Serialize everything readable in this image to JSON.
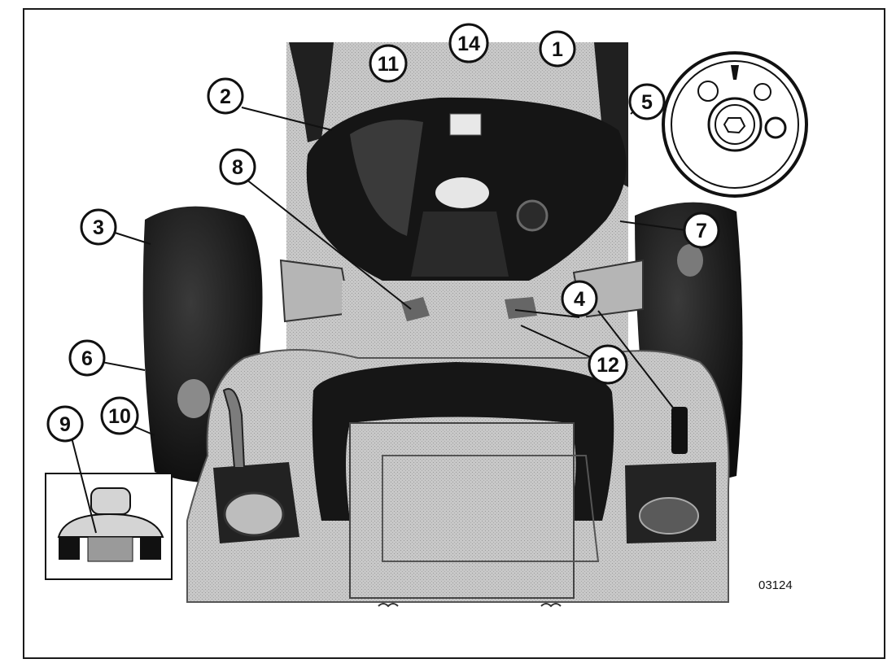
{
  "figure": {
    "code": "03124",
    "callouts": [
      "1",
      "2",
      "3",
      "4",
      "5",
      "6",
      "7",
      "8",
      "9",
      "10",
      "11",
      "12",
      "14"
    ]
  },
  "colors": {
    "ink": "#111111",
    "body_grey": "#c9c9c9",
    "dark": "#1c1c1c",
    "background": "#ffffff"
  }
}
